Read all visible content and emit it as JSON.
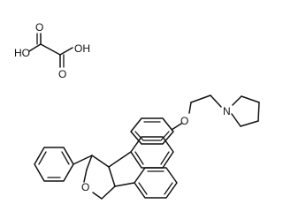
{
  "diagram": {
    "kind": "chemical-structure",
    "atom_labels": {
      "ho_left": "HO",
      "oh_right": "OH",
      "o_top_left": "O",
      "o_top_right": "O",
      "o_ether": "O",
      "n_pyrrolidine": "N",
      "o_ring": "O"
    },
    "colors": {
      "line": "#111111",
      "background": "#ffffff"
    }
  }
}
